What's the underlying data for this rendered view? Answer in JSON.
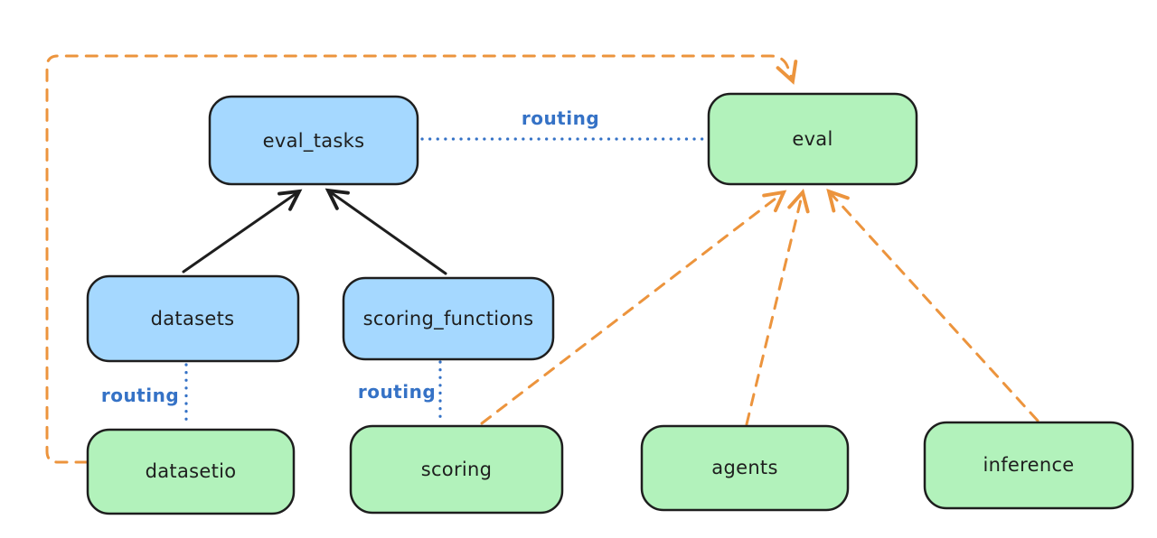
{
  "diagram": {
    "background": "#ffffff",
    "colors": {
      "stroke": "#1e1e1e",
      "blue_fill": "#a5d8ff",
      "green_fill": "#b2f2bb",
      "routing_blue": "#3572c6",
      "orange": "#ec943d",
      "black_edge": "#1e1e1e"
    },
    "nodes": {
      "eval_tasks": {
        "label": "eval_tasks",
        "fill": "#a5d8ff"
      },
      "eval": {
        "label": "eval",
        "fill": "#b2f2bb"
      },
      "datasets": {
        "label": "datasets",
        "fill": "#a5d8ff"
      },
      "scoring_functions": {
        "label": "scoring_functions",
        "fill": "#a5d8ff"
      },
      "datasetio": {
        "label": "datasetio",
        "fill": "#b2f2bb"
      },
      "scoring": {
        "label": "scoring",
        "fill": "#b2f2bb"
      },
      "agents": {
        "label": "agents",
        "fill": "#b2f2bb"
      },
      "inference": {
        "label": "inference",
        "fill": "#b2f2bb"
      }
    },
    "edges": {
      "eval_tasks_to_eval": {
        "label": "routing",
        "style": "blue-dotted"
      },
      "datasets_to_datasetio": {
        "label": "routing",
        "style": "blue-dotted"
      },
      "scoring_functions_to_scoring": {
        "label": "routing",
        "style": "blue-dotted"
      },
      "datasets_to_eval_tasks": {
        "label": "",
        "style": "black-solid-arrow"
      },
      "scoring_functions_to_eval_tasks": {
        "label": "",
        "style": "black-solid-arrow"
      },
      "datasetio_to_eval": {
        "label": "",
        "style": "orange-dashed-arrow"
      },
      "scoring_to_eval": {
        "label": "",
        "style": "orange-dashed-arrow"
      },
      "agents_to_eval": {
        "label": "",
        "style": "orange-dashed-arrow"
      },
      "inference_to_eval": {
        "label": "",
        "style": "orange-dashed-arrow"
      }
    }
  }
}
